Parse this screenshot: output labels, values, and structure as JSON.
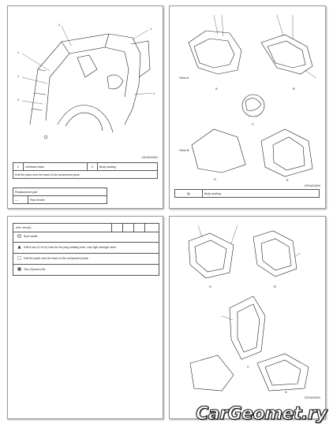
{
  "page1": {
    "legend": {
      "row1": {
        "sym1": "1",
        "label1": "Urethane foam",
        "sym2": "2",
        "label2": "Body sealing"
      },
      "row2": {
        "text": "Drill the parts onto the back of the component parts."
      }
    },
    "replacement": {
      "title": "Replacement part",
      "part": "Rear fender"
    },
    "footer_code": "JSPIA0000EN"
  },
  "page2": {
    "callouts": [
      "A",
      "B",
      "C",
      "D",
      "E"
    ],
    "view_labels": [
      "View A",
      "View B"
    ],
    "legend": {
      "label": "Body sealing"
    },
    "footer_code": "JSPIA0000EN"
  },
  "page3": {
    "title": "Unit: mm (in)",
    "rows": [
      {
        "icon": "spot-weld-icon",
        "text": "Spot welds"
      },
      {
        "icon": "drill-hole-icon",
        "text": "Drill 8 mm (0.31 in) hole for the plug welding hole. Use high strength steel."
      },
      {
        "icon": "dashed-square-icon",
        "text": "Drill the parts onto the back of the component parts."
      },
      {
        "icon": "hatched-square-icon",
        "text": "Trim (Spots to fit)"
      }
    ]
  },
  "page4": {
    "callouts": [
      "A",
      "B",
      "C",
      "D"
    ],
    "footer_code": "JSPIA0000EN"
  },
  "watermark": "CarGeomet.ry"
}
